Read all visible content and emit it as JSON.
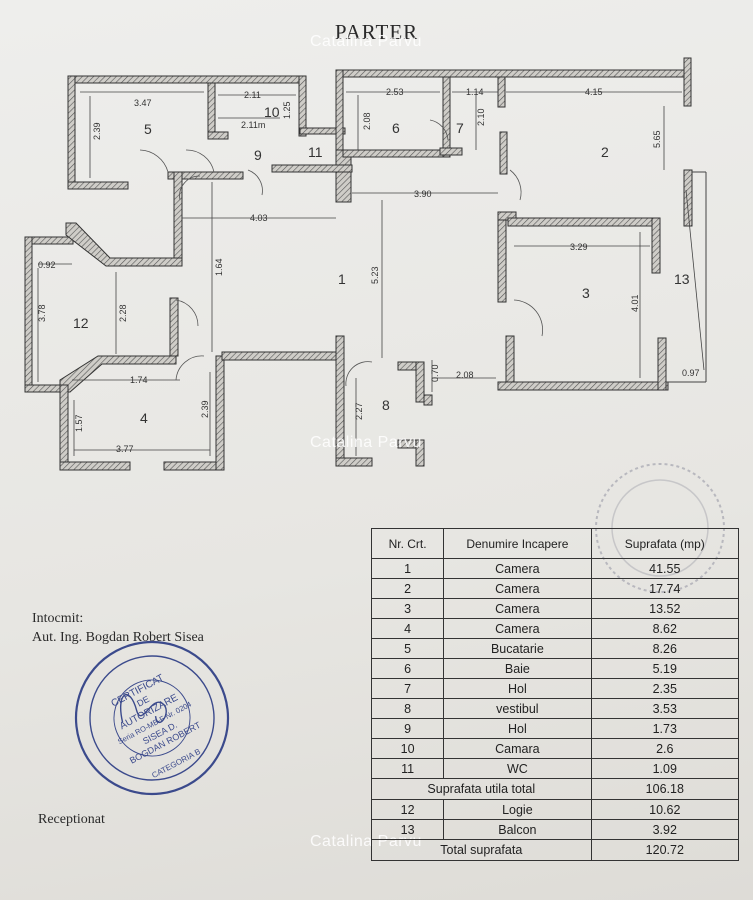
{
  "title": "PARTER",
  "watermark": "Catalina Parvu",
  "rooms": [
    "1",
    "2",
    "3",
    "4",
    "5",
    "6",
    "7",
    "8",
    "9",
    "10",
    "11",
    "12",
    "13"
  ],
  "dimensions": [
    "3.47",
    "2.39",
    "2.11",
    "2.11m",
    "1.25",
    "2.53",
    "2.08",
    "1.14",
    "2.10",
    "4.15",
    "5.65",
    "3.90",
    "4.03",
    "5.23",
    "0.92",
    "3.78",
    "2.28",
    "1.64",
    "3.29",
    "4.01",
    "1.74",
    "1.57",
    "2.39",
    "3.77",
    "2.27",
    "0.70",
    "2.08",
    "0.97"
  ],
  "table": {
    "headers": [
      "Nr. Crt.",
      "Denumire Incapere",
      "Suprafata (mp)"
    ],
    "rows": [
      {
        "nr": "1",
        "name": "Camera",
        "area": "41.55"
      },
      {
        "nr": "2",
        "name": "Camera",
        "area": "17.74"
      },
      {
        "nr": "3",
        "name": "Camera",
        "area": "13.52"
      },
      {
        "nr": "4",
        "name": "Camera",
        "area": "8.62"
      },
      {
        "nr": "5",
        "name": "Bucatarie",
        "area": "8.26"
      },
      {
        "nr": "6",
        "name": "Baie",
        "area": "5.19"
      },
      {
        "nr": "7",
        "name": "Hol",
        "area": "2.35"
      },
      {
        "nr": "8",
        "name": "vestibul",
        "area": "3.53"
      },
      {
        "nr": "9",
        "name": "Hol",
        "area": "1.73"
      },
      {
        "nr": "10",
        "name": "Camara",
        "area": "2.6"
      },
      {
        "nr": "11",
        "name": "WC",
        "area": "1.09"
      }
    ],
    "useful_total_label": "Suprafata utila total",
    "useful_total_value": "106.18",
    "extra_rows": [
      {
        "nr": "12",
        "name": "Logie",
        "area": "10.62"
      },
      {
        "nr": "13",
        "name": "Balcon",
        "area": "3.92"
      }
    ],
    "grand_total_label": "Total suprafata",
    "grand_total_value": "120.72"
  },
  "intocmit_label": "Intocmit:",
  "author": "Aut. Ing. Bogdan Robert Sisea",
  "receptionat": "Receptionat",
  "stamp_text": {
    "line1": "CERTIFICAT",
    "line2": "DE",
    "line3": "AUTORIZARE",
    "line4": "Seria RO-MB-F Nr. 0204",
    "line5": "SISEA D.",
    "line6": "BOGDAN ROBERT",
    "line7": "CATEGORIA B"
  },
  "colors": {
    "wall": "#3a3a3a",
    "hatch": "#8a8a8a",
    "stamp": "#3b4a8c"
  }
}
